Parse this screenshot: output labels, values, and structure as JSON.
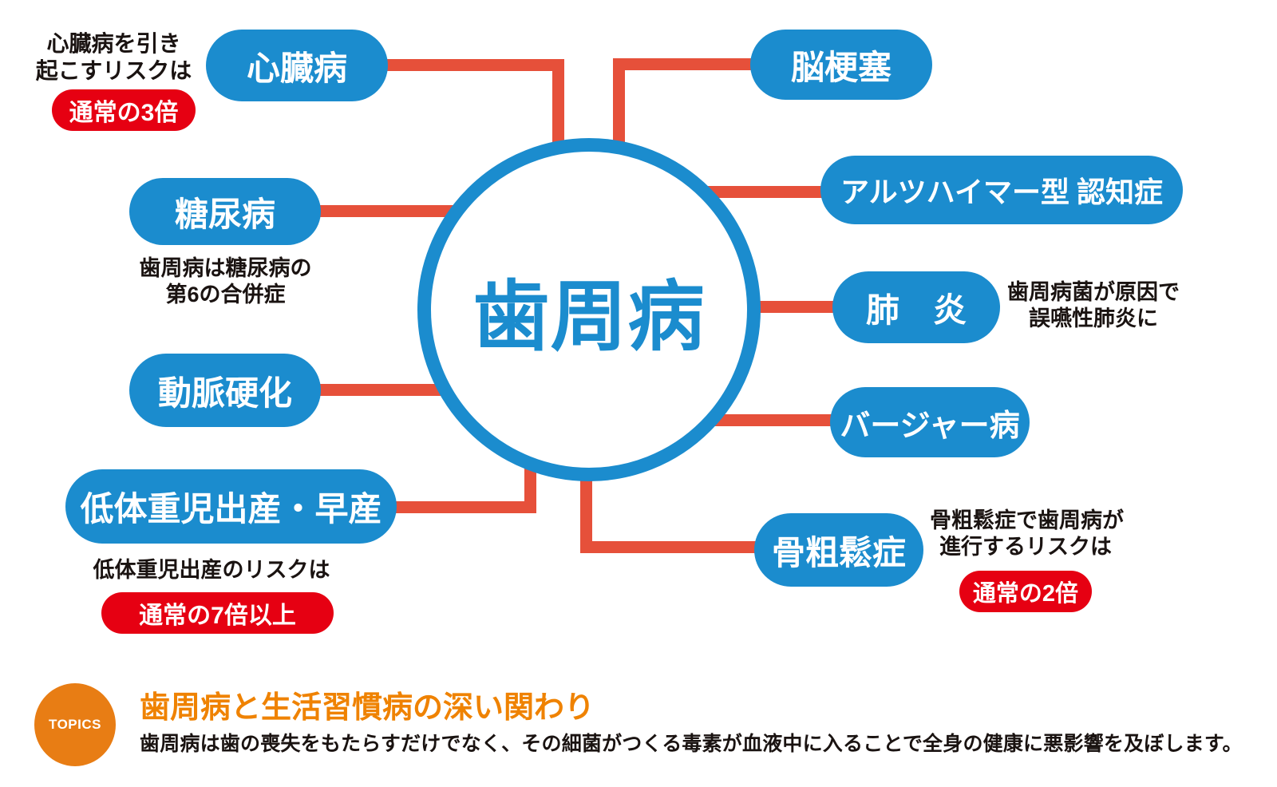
{
  "colors": {
    "pill_blue": "#1b8cce",
    "connector_red": "#e6503a",
    "badge_red": "#e60012",
    "topics_orange": "#e87d14",
    "heading_orange": "#ef8200",
    "text_black": "#1a1311"
  },
  "center": {
    "label": "歯周病"
  },
  "pills": [
    {
      "id": "heart-disease",
      "label": "心臓病"
    },
    {
      "id": "diabetes",
      "label": "糖尿病"
    },
    {
      "id": "arteriosclerosis",
      "label": "動脈硬化"
    },
    {
      "id": "low-birth-weight",
      "label": "低体重児出産・早産"
    },
    {
      "id": "cerebral-infarction",
      "label": "脳梗塞"
    },
    {
      "id": "alzheimer-dementia",
      "label": "アルツハイマー型 認知症"
    },
    {
      "id": "pneumonia",
      "label": "肺　炎"
    },
    {
      "id": "buerger-disease",
      "label": "バージャー病"
    },
    {
      "id": "osteoporosis",
      "label": "骨粗鬆症"
    }
  ],
  "annotations": {
    "heart": {
      "line1": "心臓病を引き",
      "line2": "起こすリスクは",
      "badge": "通常の3倍"
    },
    "diabetes": {
      "line1": "歯周病は糖尿病の",
      "line2": "第6の合併症"
    },
    "birth": {
      "line1": "低体重児出産のリスクは",
      "badge": "通常の7倍以上"
    },
    "pneumonia": {
      "line1": "歯周病菌が原因で",
      "line2": "誤嚥性肺炎に"
    },
    "osteoporosis": {
      "line1": "骨粗鬆症で歯周病が",
      "line2": "進行するリスクは",
      "badge": "通常の2倍"
    }
  },
  "topics": {
    "badge": "TOPICS",
    "heading": "歯周病と生活習慣病の深い関わり",
    "body": "歯周病は歯の喪失をもたらすだけでなく、その細菌がつくる毒素が血液中に入ることで全身の健康に悪影響を及ぼします。"
  }
}
